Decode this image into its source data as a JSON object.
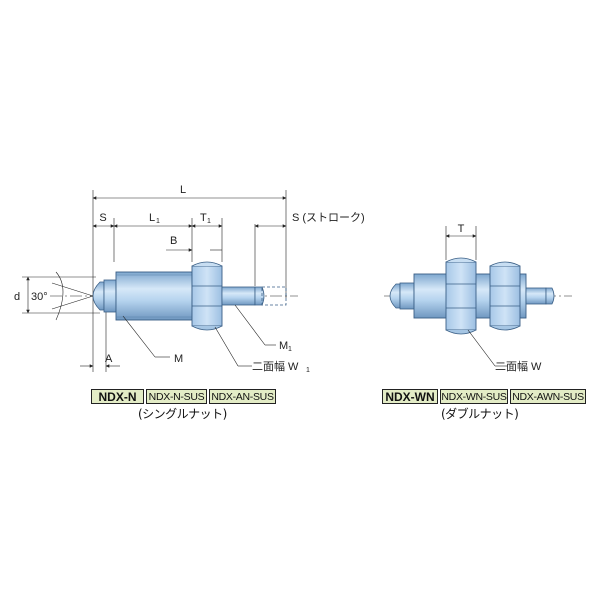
{
  "single": {
    "dims": {
      "L": "L",
      "S": "S",
      "L1": "L",
      "L1_sub": "1",
      "T1": "T",
      "T1_sub": "1",
      "B": "B",
      "S_stroke": "S (ストローク)",
      "d": "d",
      "angle": "30°",
      "A": "A",
      "M": "M",
      "M1": "M",
      "M1_sub": "1",
      "W1": "二面幅 W",
      "W1_sub": "1"
    },
    "parts": [
      "NDX-N",
      "NDX-N-SUS",
      "NDX-AN-SUS"
    ],
    "caption": "(シングルナット)"
  },
  "double": {
    "dims": {
      "T": "T",
      "W": "二面幅 W"
    },
    "parts": [
      "NDX-WN",
      "NDX-WN-SUS",
      "NDX-AWN-SUS"
    ],
    "caption": "(ダブルナット)"
  },
  "colors": {
    "body": "#b5d3ee",
    "body_dark": "#7ea7cf",
    "outline": "#3a5f86",
    "label_bg": "#e3ecc6",
    "line": "#222222"
  }
}
